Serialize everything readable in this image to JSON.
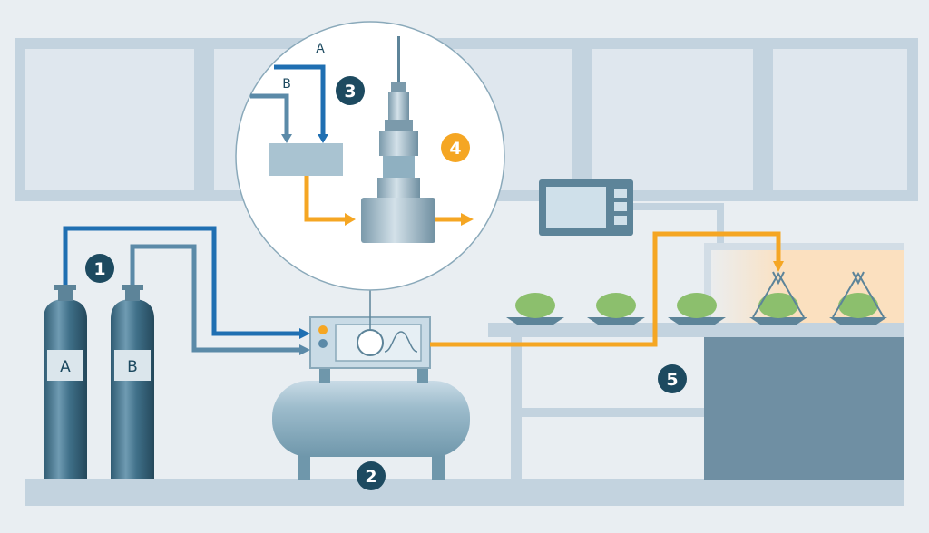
{
  "steps": [
    "1",
    "2",
    "3",
    "4",
    "5"
  ],
  "gas_a": "A",
  "gas_b": "B",
  "colors": {
    "background": "#e9eef2",
    "frame": "#c3d3df",
    "gas_a_line": "#1f6fb2",
    "gas_b_line": "#5b8aa8",
    "mixed_flow": "#f5a623",
    "badge_dark": "#1d4a60",
    "badge_orange": "#f5a623",
    "cylinder": "#3f6f88",
    "food": "#8cbf6d"
  },
  "icons": [
    "gas-cylinder-icon",
    "gas-mixer-icon",
    "buffer-tank-icon",
    "flow-sensor-icon",
    "control-display-icon",
    "packaging-tray-icon"
  ]
}
